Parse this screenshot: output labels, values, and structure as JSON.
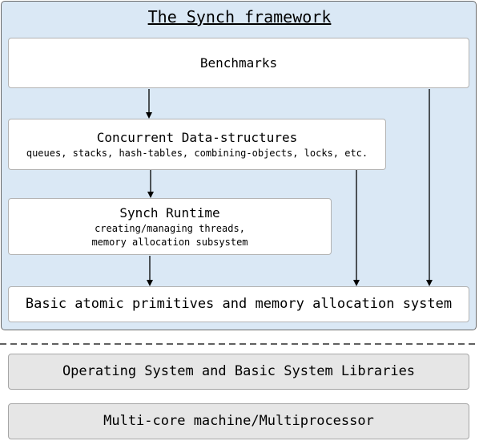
{
  "diagram": {
    "title": "The Synch framework",
    "benchmarks": {
      "label": "Benchmarks"
    },
    "concurrent": {
      "label": "Concurrent Data-structures",
      "detail": "queues, stacks, hash-tables, combining-objects, locks, etc."
    },
    "runtime": {
      "label": "Synch Runtime",
      "detail_line1": "creating/managing threads,",
      "detail_line2": "memory allocation subsystem"
    },
    "primitives": {
      "label": "Basic atomic primitives and memory allocation system"
    },
    "os": {
      "label": "Operating System and Basic System Libraries"
    },
    "hardware": {
      "label": "Multi-core machine/Multiprocessor"
    },
    "colors": {
      "framework_background": "#dae8f5",
      "component_box": "#ffffff",
      "system_box": "#e6e6e6",
      "arrow": "#000000"
    }
  }
}
